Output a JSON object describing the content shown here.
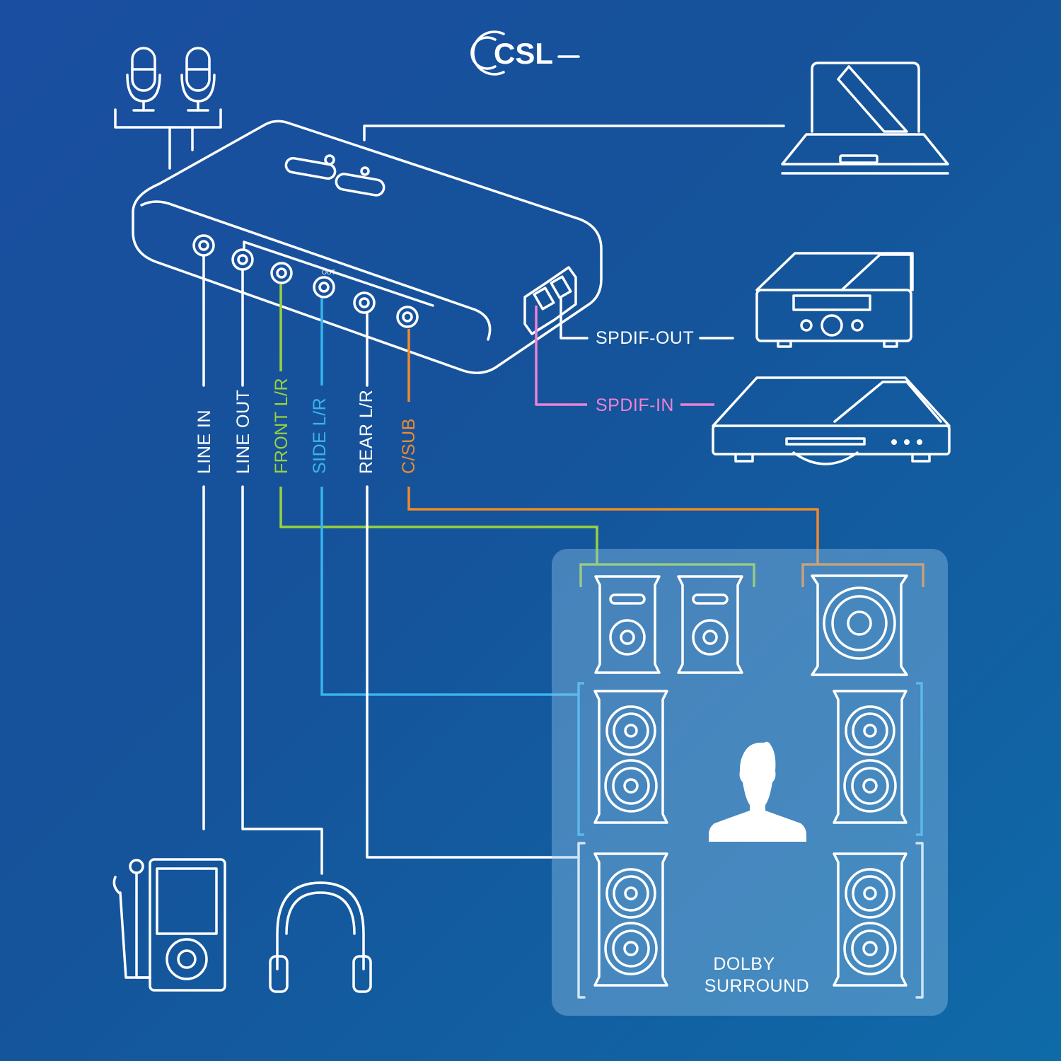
{
  "logo": {
    "text": "CSL"
  },
  "device": {
    "out_label": "OUT"
  },
  "jacks": [
    {
      "label": "LINE IN",
      "color": "#ffffff"
    },
    {
      "label": "LINE OUT",
      "color": "#ffffff"
    },
    {
      "label": "FRONT L/R",
      "color": "#9bd23c"
    },
    {
      "label": "SIDE L/R",
      "color": "#38b4ee"
    },
    {
      "label": "REAR L/R",
      "color": "#ffffff"
    },
    {
      "label": "C/SUB",
      "color": "#f08a2c"
    }
  ],
  "spdif": [
    {
      "label": "SPDIF-OUT",
      "color": "#ffffff"
    },
    {
      "label": "SPDIF-IN",
      "color": "#ee82d4"
    }
  ],
  "surround": {
    "line1": "DOLBY",
    "line2": "SURROUND"
  },
  "icons": [
    "microphone-icon",
    "laptop-icon",
    "amplifier-icon",
    "cd-player-icon",
    "mp3-player-icon",
    "headphones-icon",
    "speaker-icon",
    "listener-icon",
    "subwoofer-icon"
  ],
  "colors": {
    "background": "#15539a",
    "panel": "#4f8dc0",
    "front": "#9bd23c",
    "side": "#38b4ee",
    "sub": "#f08a2c",
    "spdif_in": "#ee82d4"
  }
}
